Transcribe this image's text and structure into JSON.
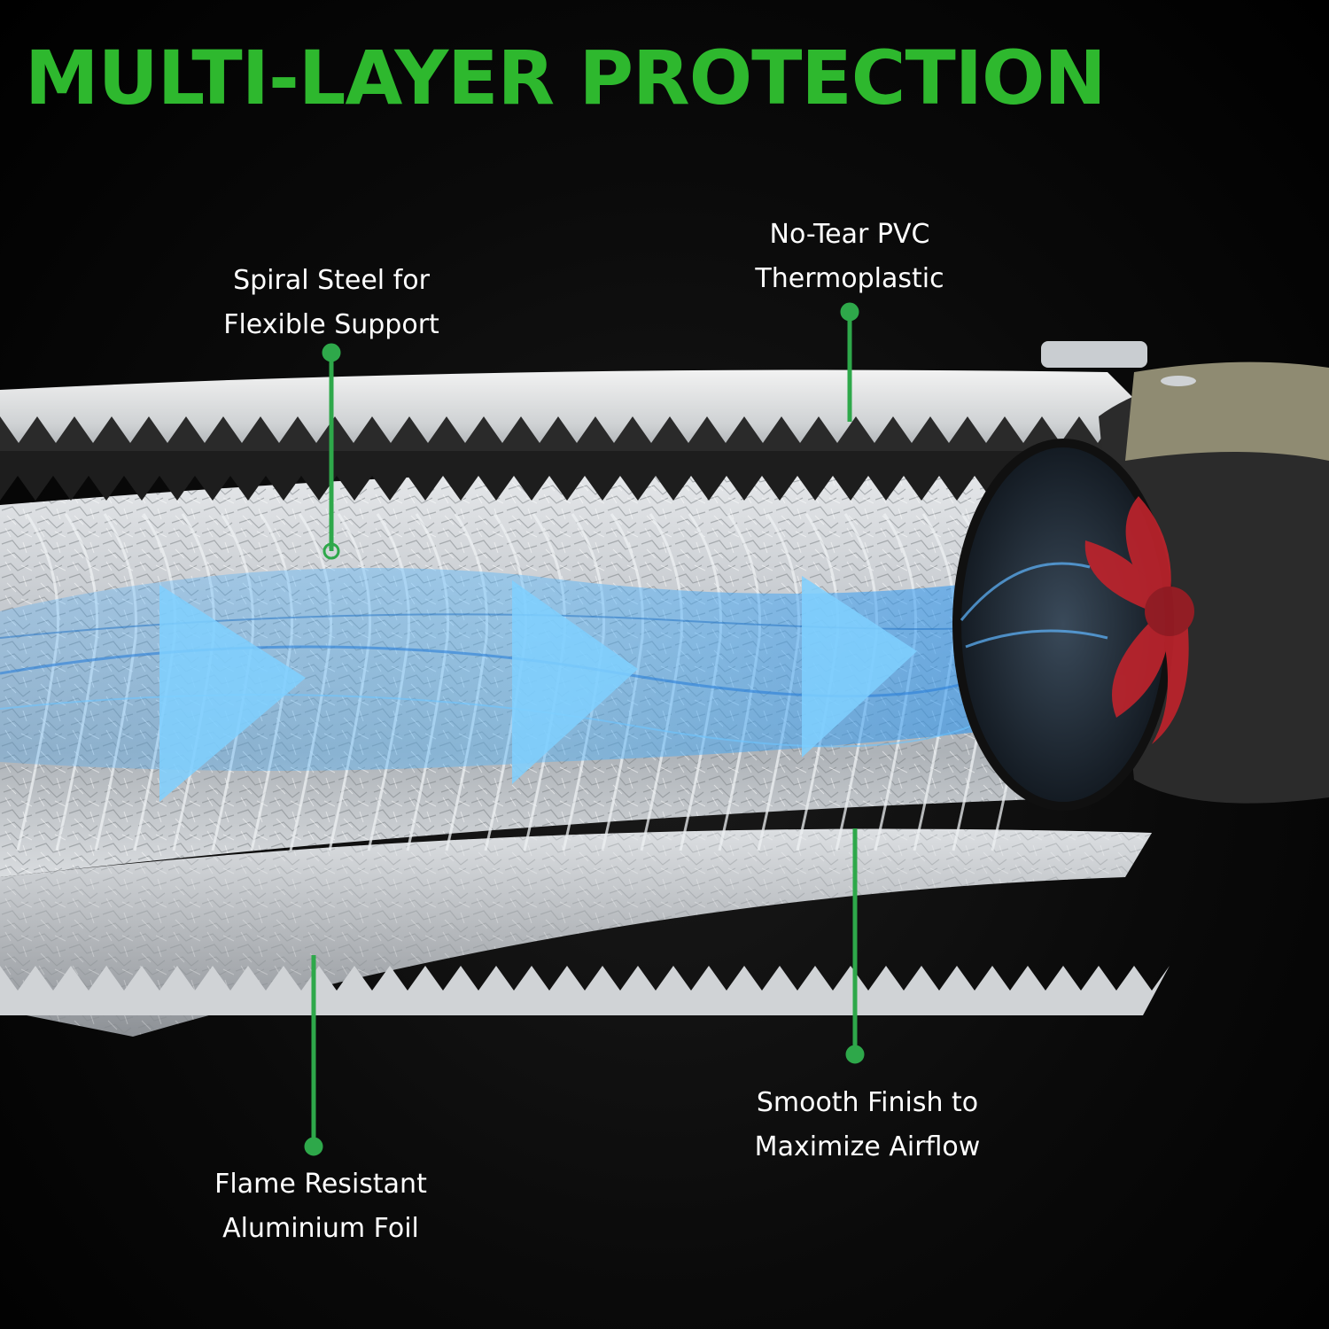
{
  "headline": "MULTI-LAYER PROTECTION",
  "colors": {
    "headline": "#2eb82e",
    "leader": "#2ea84a",
    "background": "#050505",
    "label": "#ffffff",
    "foil": "#b9bdc2",
    "airflow": "#4fb3ff",
    "fan_blade": "#c0232c"
  },
  "callouts": {
    "spiral_steel": {
      "line1": "Spiral Steel for",
      "line2": "Flexible Support"
    },
    "pvc": {
      "line1": "No-Tear PVC",
      "line2": "Thermoplastic"
    },
    "flame_resistant": {
      "line1": "Flame Resistant",
      "line2": "Aluminium Foil"
    },
    "smooth_finish": {
      "line1": "Smooth Finish to",
      "line2": "Maximize Airflow"
    }
  },
  "icons": {
    "airflow_arrow": "triangle-right",
    "leader_marker": "dot"
  }
}
